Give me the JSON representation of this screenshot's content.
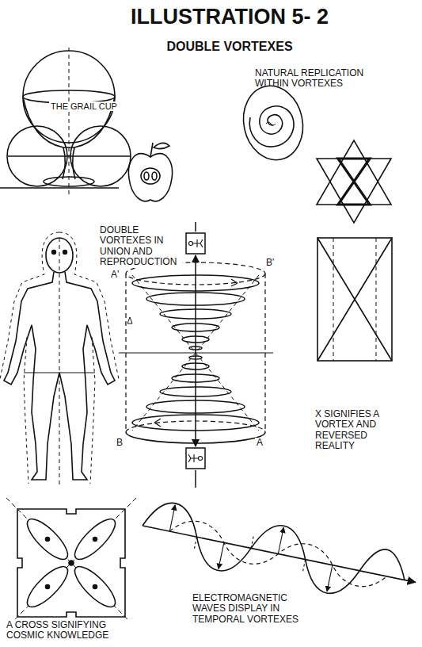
{
  "diagram": {
    "title": "ILLUSTRATION 5- 2",
    "labels": [
      "DOUBLE VORTEXES",
      "THE GRAIL CUP",
      "NATURAL REPLICATION WITHIN VORTEXES",
      "DOUBLE VORTEXES IN UNION AND REPRODUCTION",
      "A'",
      "B'",
      "B",
      "A",
      "X SIGNIFIES A VORTEX AND REVERSED REALITY",
      "A CROSS SIGNIFYING COSMIC KNOWLEDGE",
      "ELECTROMAGNETIC WAVES DISPLAY IN TEMPORAL VORTEXES"
    ]
  }
}
